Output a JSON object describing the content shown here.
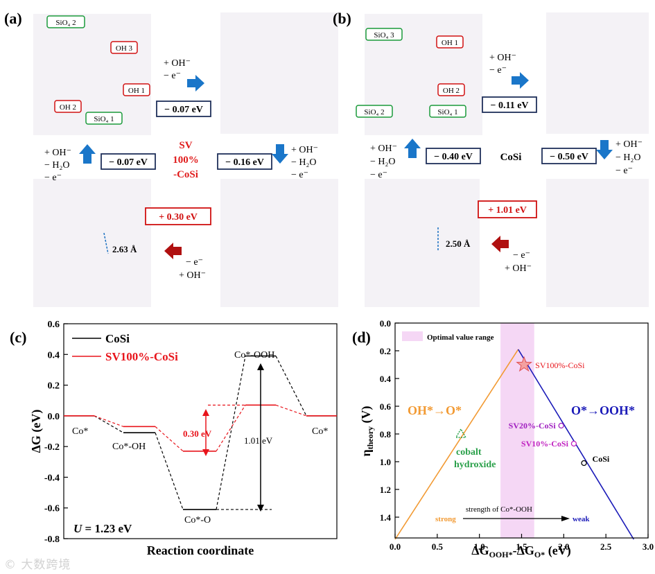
{
  "panel_a": {
    "label": "(a)",
    "center": [
      "SV",
      "100%",
      "-CoSi"
    ],
    "tags": [
      "SiO₄ 2",
      "OH 3",
      "OH 1",
      "OH 2",
      "SiO₄ 1"
    ],
    "energies": [
      "− 0.07 eV",
      "− 0.07 eV",
      "− 0.16 eV",
      "+ 0.30 eV"
    ],
    "distance": "2.63 Å",
    "step1": [
      "+ OH⁻",
      "− e⁻"
    ],
    "step2": [
      "+ OH⁻",
      "− H₂O",
      "− e⁻"
    ],
    "step3": [
      "− e⁻",
      "+ OH⁻"
    ],
    "step4": [
      "+ OH⁻",
      "− H₂O",
      "− e⁻"
    ]
  },
  "panel_b": {
    "label": "(b)",
    "center": "CoSi",
    "tags": [
      "SiO₄ 3",
      "OH 1",
      "OH 2",
      "SiO₄ 2",
      "SiO₄ 1"
    ],
    "energies": [
      "− 0.11 eV",
      "− 0.40 eV",
      "− 0.50 eV",
      "+ 1.01 eV"
    ],
    "distance": "2.50 Å",
    "step1": [
      "+ OH⁻",
      "− e⁻"
    ],
    "step2": [
      "+ OH⁻",
      "− H₂O",
      "− e⁻"
    ],
    "step3": [
      "− e⁻",
      "+ OH⁻"
    ],
    "step4": [
      "+ OH⁻",
      "− H₂O",
      "− e⁻"
    ]
  },
  "panel_c": {
    "label": "(c)",
    "legend": [
      "CoSi",
      "SV100%-CoSi"
    ],
    "state_labels": [
      "Co*",
      "Co*-OH",
      "Co*-O",
      "Co*-OOH",
      "Co*"
    ],
    "gap_label_red": "0.30 eV",
    "gap_label_black": "1.01 eV",
    "u_label": "U = 1.23 eV",
    "u_label_parts": [
      "U",
      " = 1.23 eV"
    ],
    "colors": {
      "CoSi": "#000000",
      "SV100%-CoSi": "#e8141b"
    }
  },
  "panel_d": {
    "label": "(d)",
    "legend_label": "Optimal value range",
    "left_label": "OH*→O*",
    "right_label": "O*→OOH*",
    "cobalt_label": [
      "cobalt",
      "hydroxide"
    ],
    "arrow_left": "strong",
    "arrow_mid": "strength of Co*-OOH",
    "arrow_right": "weak",
    "colors": {
      "left_line": "#f29a33",
      "right_line": "#1a1ab8",
      "band": "#f5d7f5"
    }
  },
  "chart_data": [
    {
      "type": "line",
      "title": "",
      "xlabel": "Reaction coordinate",
      "ylabel": "ΔG (eV)",
      "ylim": [
        -0.8,
        0.6
      ],
      "yticks": [
        "-0.8",
        "-0.6",
        "-0.4",
        "-0.2",
        "0.0",
        "0.2",
        "0.4",
        "0.6"
      ],
      "categories": [
        "Co*",
        "Co*-OH",
        "Co*-O",
        "Co*-OOH",
        "Co*"
      ],
      "series": [
        {
          "name": "CoSi",
          "values": [
            0.0,
            -0.11,
            -0.61,
            0.39,
            0.0
          ]
        },
        {
          "name": "SV100%-CoSi",
          "values": [
            0.0,
            -0.07,
            -0.23,
            0.07,
            0.0
          ]
        }
      ],
      "annotations": [
        "0.30 eV",
        "1.01 eV",
        "U = 1.23 eV"
      ]
    },
    {
      "type": "line",
      "title": "",
      "xlabel": "ΔG OOH* - ΔG O* (eV)",
      "ylabel": "η theory (V)",
      "xlim": [
        0.0,
        3.0
      ],
      "ylim": [
        1.55,
        0.0
      ],
      "xticks": [
        "0.0",
        "0.5",
        "1.0",
        "1.5",
        "2.0",
        "2.5",
        "3.0"
      ],
      "yticks": [
        "0.0",
        "0.2",
        "0.4",
        "0.6",
        "0.8",
        "1.0",
        "1.2",
        "1.4"
      ],
      "series": [
        {
          "name": "OH*→O*",
          "x": [
            0.0,
            1.46
          ],
          "y": [
            1.56,
            0.19
          ]
        },
        {
          "name": "O*→OOH*",
          "x": [
            1.46,
            2.83
          ],
          "y": [
            0.19,
            1.56
          ]
        }
      ],
      "points": [
        {
          "label": "SV100%-CoSi",
          "x": 1.53,
          "y": 0.3,
          "marker": "star"
        },
        {
          "label": "SV20%-CoSi",
          "x": 1.97,
          "y": 0.74,
          "marker": "circle"
        },
        {
          "label": "SV10%-CoSi",
          "x": 2.12,
          "y": 0.87,
          "marker": "circle"
        },
        {
          "label": "CoSi",
          "x": 2.24,
          "y": 1.01,
          "marker": "circle"
        },
        {
          "label": "cobalt hydroxide",
          "x": 0.78,
          "y": 0.8,
          "marker": "triangle"
        }
      ],
      "optimal_range": [
        1.25,
        1.65
      ],
      "legend": [
        "Optimal value range"
      ]
    }
  ]
}
